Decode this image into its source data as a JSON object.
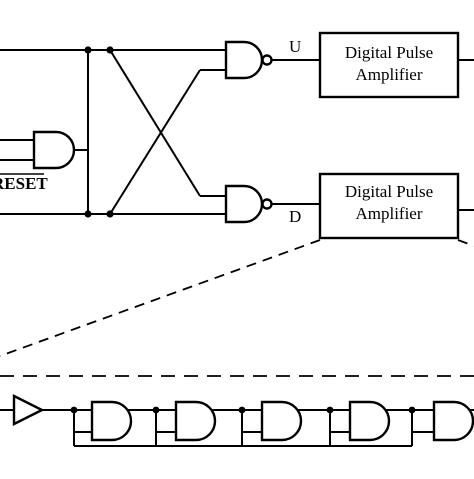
{
  "labels": {
    "output_u": "U",
    "output_d": "D",
    "reset": "RESET",
    "amp_top_line1": "Digital Pulse",
    "amp_top_line2": "Amplifier",
    "amp_bottom_line1": "Digital Pulse",
    "amp_bottom_line2": "Amplifier"
  }
}
